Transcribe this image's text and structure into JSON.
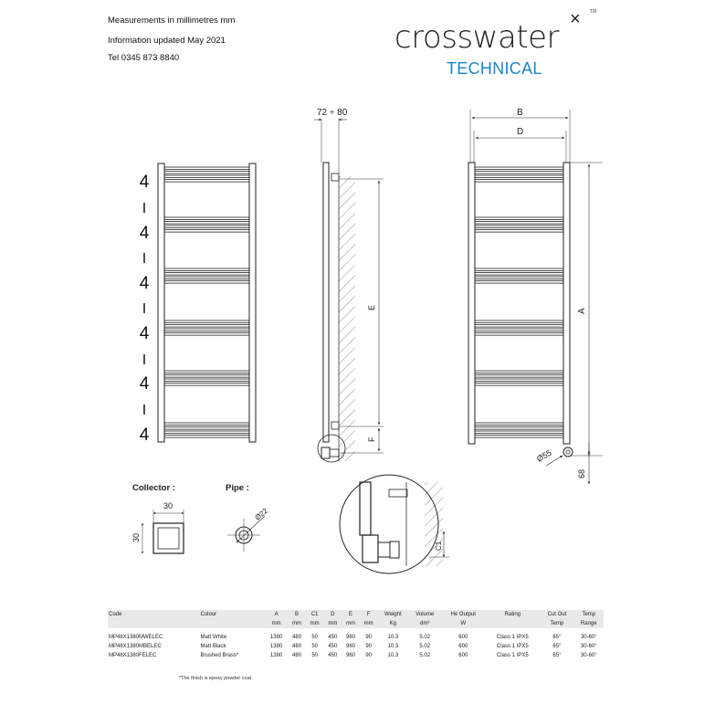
{
  "header": {
    "line1": "Measurements in millimetres mm",
    "line2": "Information updated May 2021",
    "line3": "Tel  0345 873 8840"
  },
  "brand": {
    "name": "crosswater",
    "sub": "TECHNICAL",
    "accent": "#1a85c7"
  },
  "labels": {
    "spacing": [
      "4",
      "I",
      "4",
      "I",
      "4",
      "I",
      "4",
      "I",
      "4",
      "I",
      "4"
    ],
    "depth": "72 ÷ 80",
    "B": "B",
    "D": "D",
    "A": "A",
    "E": "E",
    "F": "F",
    "dia55": "Ø55",
    "h68": "68",
    "collector": "Collector :",
    "pipe": "Pipe :",
    "c30w": "30",
    "c30h": "30",
    "dia22": "Ø22",
    "C1": "C1"
  },
  "table": {
    "head1": [
      "Code",
      "Colour",
      "A",
      "B",
      "C1",
      "D",
      "E",
      "F",
      "Weight",
      "Volume",
      "He Output",
      "Rating",
      "Cut Out",
      "Temp"
    ],
    "head2": [
      "",
      "",
      "mm",
      "mm",
      "mm",
      "mm",
      "mm",
      "mm",
      "Kg",
      "dm³",
      "W",
      "",
      "Temp",
      "Range"
    ],
    "rows": [
      [
        "MP48X1380MWELEC",
        "Matt White",
        "1380",
        "480",
        "50",
        "450",
        "960",
        "90",
        "10.3",
        "5.02",
        "600",
        "Class 1 IPX5",
        "65°",
        "30-60°"
      ],
      [
        "MP48X1380MBELEC",
        "Matt Black",
        "1380",
        "480",
        "50",
        "450",
        "960",
        "90",
        "10.3",
        "5.02",
        "600",
        "Class 1 IPX5",
        "65°",
        "30-60°"
      ],
      [
        "MP48X1380FELEC",
        "Brushed Brass*",
        "1380",
        "480",
        "50",
        "450",
        "960",
        "90",
        "10.3",
        "5.02",
        "600",
        "Class 1 IPX5",
        "65°",
        "30-60°"
      ]
    ],
    "note": "*The finish is epoxy powder coat"
  }
}
